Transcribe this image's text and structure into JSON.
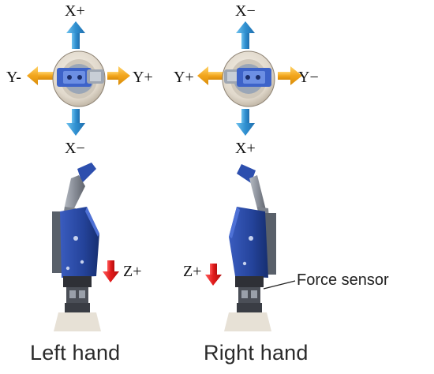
{
  "left_view": {
    "top_label": "X+",
    "bottom_label": "X−",
    "left_label": "Y-",
    "right_label": "Y+",
    "z_label": "Z+",
    "caption": "Left hand"
  },
  "right_view": {
    "top_label": "X−",
    "bottom_label": "X+",
    "left_label": "Y+",
    "right_label": "Y−",
    "z_label": "Z+",
    "caption": "Right hand"
  },
  "annotation": {
    "force_sensor": "Force sensor"
  },
  "colors": {
    "x_arrow": "#2f8fd0",
    "y_arrow": "#f2a51c",
    "z_arrow": "#e01a1a",
    "hand_blue": "#24439a",
    "finger_blue": "#2d4fae",
    "metal_gray": "#8a8f99",
    "palm_cap": "#e7e1d6"
  },
  "icons": [
    "robot-hand-top-view",
    "robot-hand-side-view"
  ]
}
